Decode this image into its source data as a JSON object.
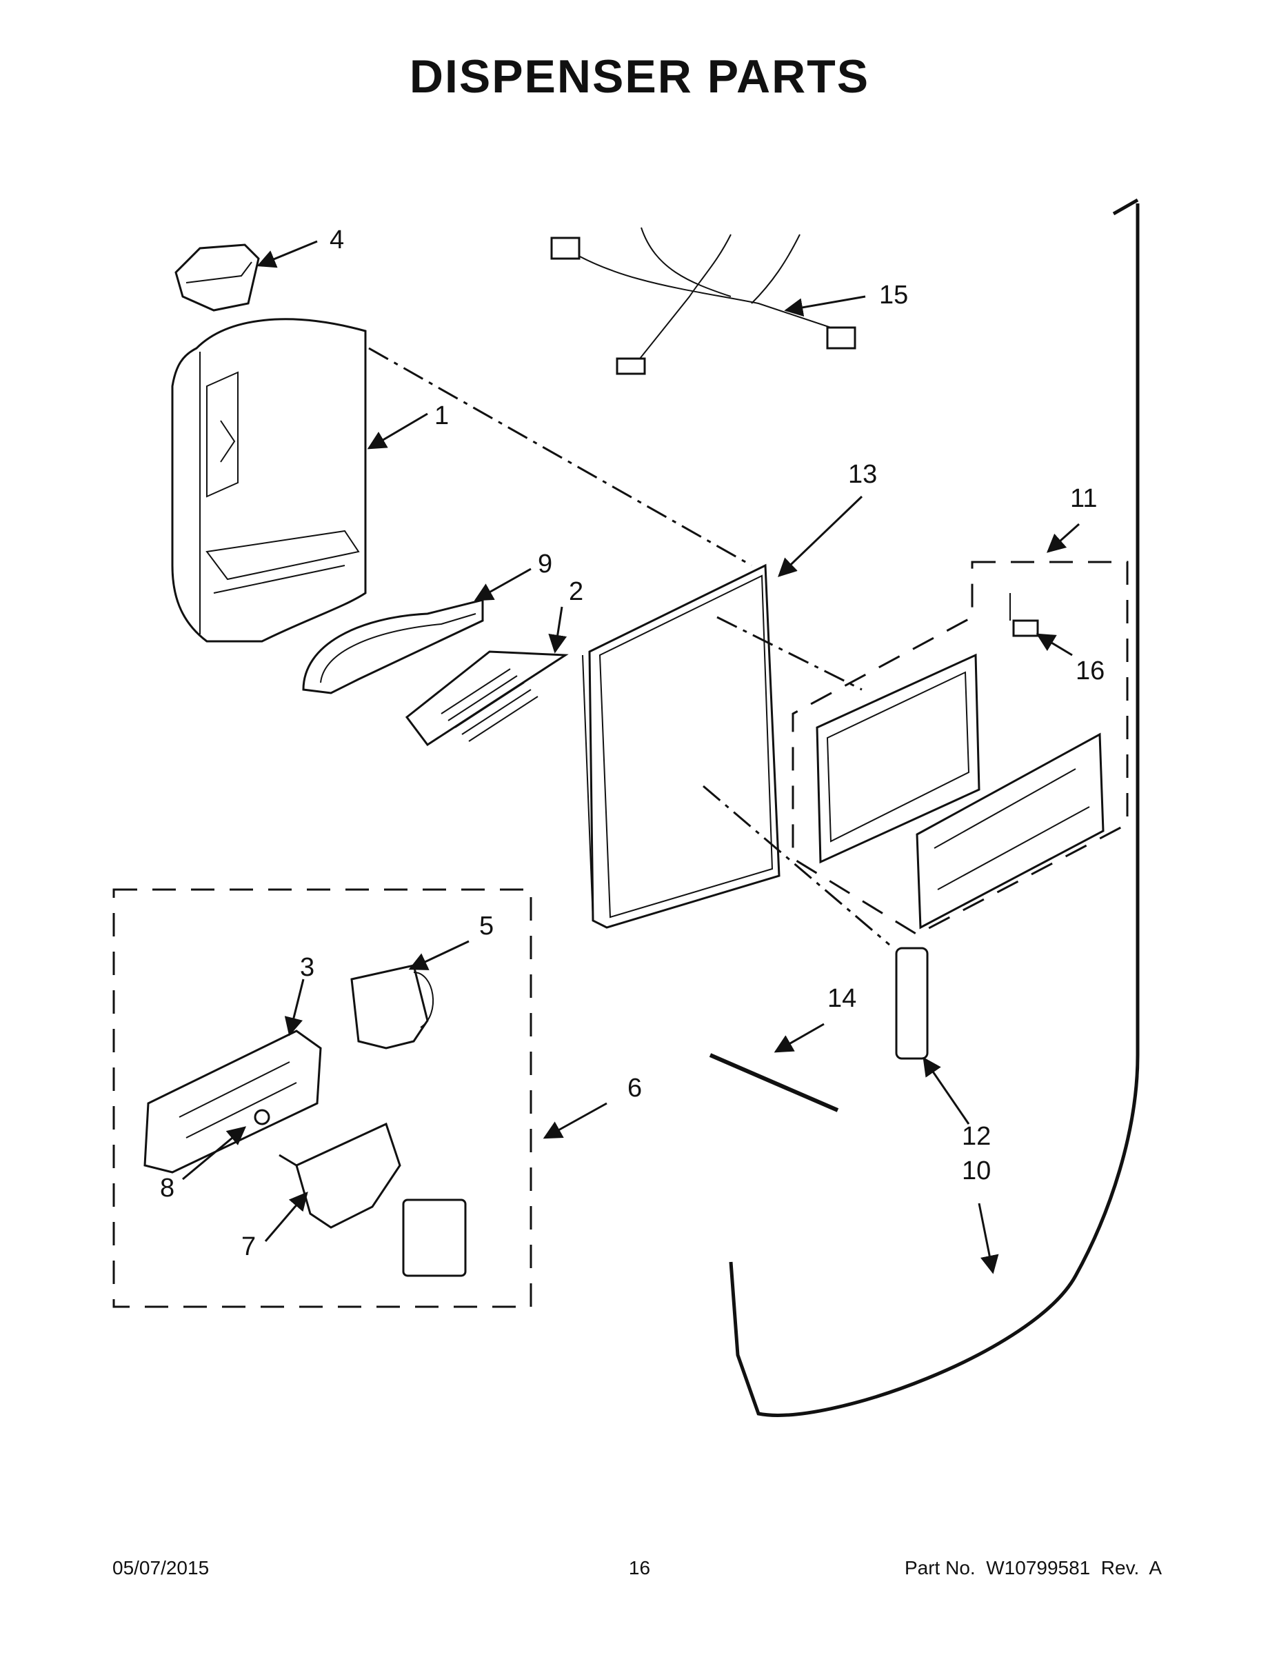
{
  "page": {
    "title": "DISPENSER PARTS",
    "footer": {
      "date": "05/07/2015",
      "page_number": "16",
      "part_info": "Part No.  W10799581  Rev.  A"
    }
  },
  "callouts": [
    {
      "id": "c1",
      "label": "1"
    },
    {
      "id": "c2",
      "label": "2"
    },
    {
      "id": "c3",
      "label": "3"
    },
    {
      "id": "c4",
      "label": "4"
    },
    {
      "id": "c5",
      "label": "5"
    },
    {
      "id": "c6",
      "label": "6"
    },
    {
      "id": "c7",
      "label": "7"
    },
    {
      "id": "c8",
      "label": "8"
    },
    {
      "id": "c9",
      "label": "9"
    },
    {
      "id": "c10",
      "label": "10"
    },
    {
      "id": "c11",
      "label": "11"
    },
    {
      "id": "c12",
      "label": "12"
    },
    {
      "id": "c13",
      "label": "13"
    },
    {
      "id": "c14",
      "label": "14"
    },
    {
      "id": "c15",
      "label": "15"
    },
    {
      "id": "c16",
      "label": "16"
    }
  ]
}
